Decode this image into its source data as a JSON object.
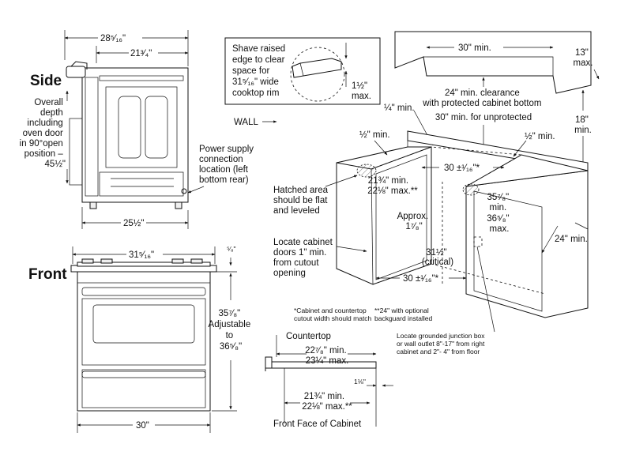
{
  "side": {
    "title": "Side",
    "width_total": "28⁵⁄₁₆\"",
    "width_inner": "21³⁄₄\"",
    "depth_lines": [
      "Overall",
      "depth",
      "including",
      "oven door",
      "in 90°open",
      "position –",
      "45½\""
    ],
    "power_lines": [
      "Power supply",
      "connection",
      "location (left",
      "bottom rear)"
    ],
    "bottom_width": "25½\""
  },
  "front": {
    "title": "Front",
    "top_width": "31⁵⁄₁₆\"",
    "right_small": "⁵⁄₈\"",
    "height_lines": [
      "35⁷⁄₈\"",
      "Adjustable",
      "to",
      "36⁵⁄₈\""
    ],
    "bottom_width": "30\""
  },
  "callout": {
    "lines": [
      "Shave raised",
      "edge to clear",
      "space for",
      "31⁵⁄₁₆\" wide",
      "cooktop rim"
    ],
    "dim_lines": [
      "1½\"",
      "max."
    ]
  },
  "cabinet": {
    "top_width": "30\" min.",
    "right_depth": [
      "13\"",
      "max."
    ],
    "clearance_lines": [
      "24\" min. clearance",
      "with protected cabinet bottom",
      "30\" min. for unprotected"
    ],
    "right_height": [
      "18\"",
      "min."
    ],
    "quarter_min": "¼\" min.",
    "wall": "WALL",
    "half_min_left": "½\" min.",
    "half_min_right": "½\" min.",
    "width_top": "30 ±¹⁄₁₆\"*",
    "depth_range": [
      "21¾\" min.",
      "22⅛\" max.**"
    ],
    "hatched": [
      "Hatched area",
      "should be flat",
      "and leveled"
    ],
    "approx": [
      "Approx.",
      "1⁷⁄₈\""
    ],
    "height_range": [
      "35⁷⁄₈\"",
      "min.",
      "36⁵⁄₈\"",
      "max."
    ],
    "critical": [
      "31½\"",
      "(critical)"
    ],
    "width_bottom": "30 ±¹⁄₁₆\"*",
    "right_24": "24\" min.",
    "doors": [
      "Locate cabinet",
      "doors 1\" min.",
      "from cutout",
      "opening"
    ],
    "note1": [
      "*Cabinet and countertop",
      "cutout width should match"
    ],
    "note2": [
      "**24\" with optional",
      "backguard installed"
    ],
    "junction": [
      "Locate grounded junction box",
      "or wall outlet 8\"-17\" from right",
      "cabinet and 2\"- 4\" from floor"
    ]
  },
  "countertop": {
    "title": "Countertop",
    "depth_top": [
      "22⁷⁄₈\" min.",
      "23¼\" max."
    ],
    "small": "1⅛\"",
    "depth_bottom": [
      "21¾\" min.",
      "22⅛\" max.**"
    ],
    "front_face": "Front Face of Cabinet"
  }
}
